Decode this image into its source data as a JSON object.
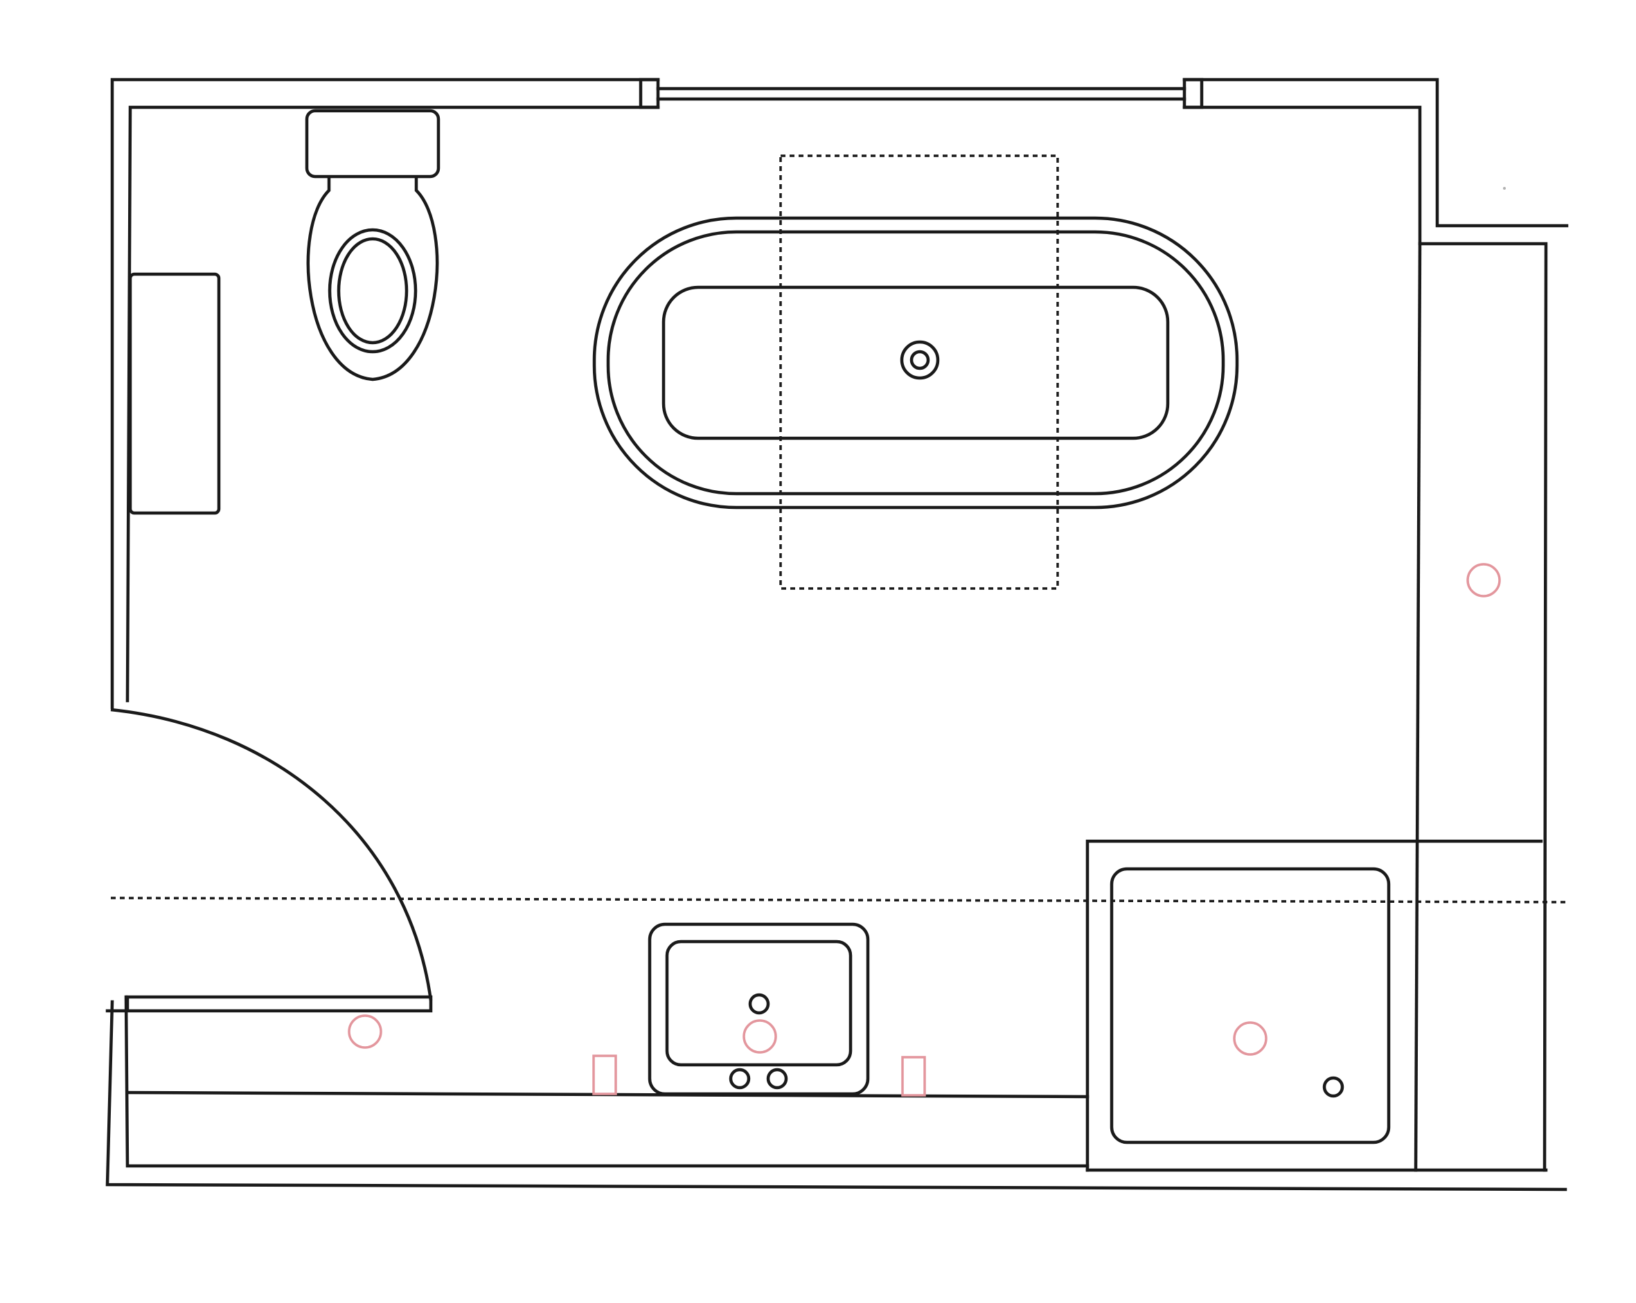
{
  "colors": {
    "line": "#1a1a1a",
    "electrical_marker": "#e3969d",
    "background": "#ffffff"
  },
  "electrical": {
    "ceiling_lights": 4,
    "wall_sockets": 2
  },
  "icons": {
    "ceiling_light": "circle-outline",
    "wall_socket": "small-rectangle-outline",
    "drain": "double-circle"
  }
}
